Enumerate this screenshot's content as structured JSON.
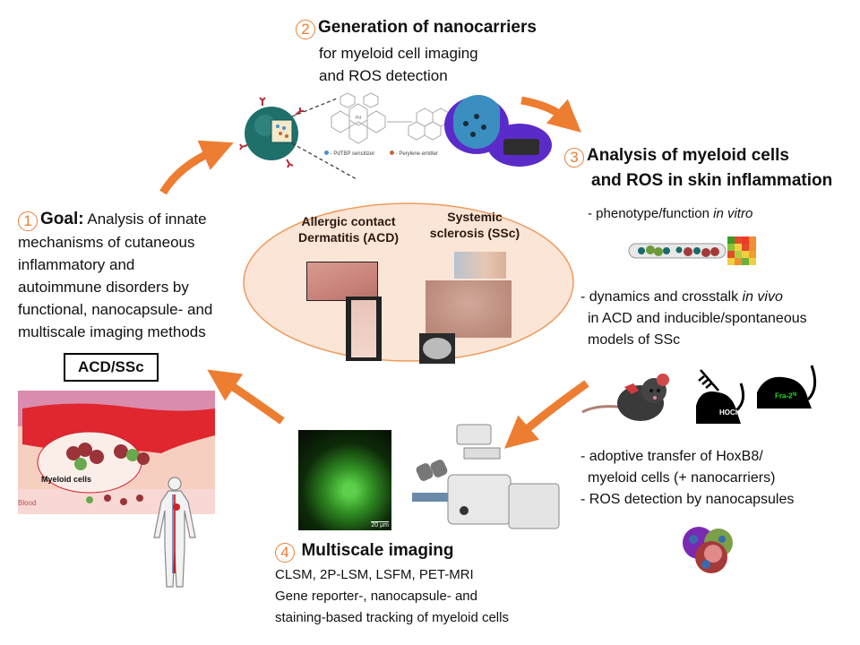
{
  "steps": {
    "goal": {
      "number": "1",
      "title": "Goal:",
      "text_first": "Analysis of innate",
      "lines": [
        "mechanisms of cutaneous",
        "inflammatory and",
        "autoimmune disorders by",
        "functional, nanocapsule- and",
        "multiscale imaging methods"
      ],
      "box_label": "ACD/SSc"
    },
    "generation": {
      "number": "2",
      "title": "Generation of nanocarriers",
      "lines": [
        "for myeloid cell imaging",
        "and ROS detection"
      ],
      "legend_sensitizer": "- PdTBP sensitizer",
      "legend_emitter": "- Perylene emitter"
    },
    "analysis": {
      "number": "3",
      "title_line1": "Analysis of myeloid cells",
      "title_line2": "and ROS in skin inflammation",
      "item1_text": "- phenotype/function ",
      "item1_italic": "in vitro",
      "item2_text": "- dynamics and crosstalk ",
      "item2_italic": "in vivo",
      "item2_lines": [
        "in ACD and inducible/spontaneous",
        "models of SSc"
      ],
      "mouse_label_hocl": "HOCl",
      "mouse_label_fra": "Fra-2",
      "mouse_label_fra_sup": "tg",
      "item3_lines": [
        "- adoptive transfer of HoxB8/",
        "myeloid cells (+ nanocarriers)",
        "- ROS detection by nanocapsules"
      ]
    },
    "imaging": {
      "number": "4",
      "title": "Multiscale imaging",
      "lines": [
        "CLSM, 2P-LSM, LSFM, PET-MRI",
        "Gene reporter-, nanocapsule- and",
        "staining-based tracking of myeloid cells"
      ],
      "scale_bar": "20 µm"
    }
  },
  "center": {
    "acd_title": [
      "Allergic contact",
      "Dermatitis (ACD)"
    ],
    "ssc_title": [
      "Systemic",
      "sclerosis (SSc)"
    ]
  },
  "skin": {
    "myeloid_label": "Myeloid cells",
    "blood_label": "Blood"
  },
  "colors": {
    "accent": "#ED7D31",
    "ellipse_fill": "#FBE5D6",
    "nanocapsule": "#1F6F6B"
  }
}
